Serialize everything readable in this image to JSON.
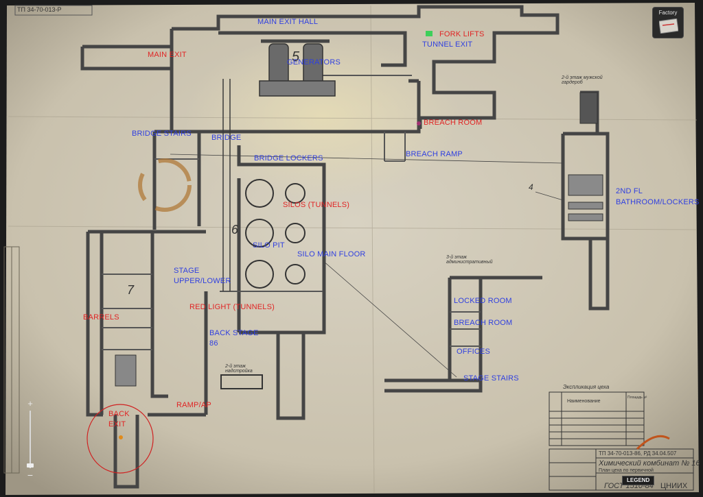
{
  "map": {
    "title_block": {
      "doc_code": "ТП 34-70-013-86, РД 34.04.507",
      "plant_name": "Химический комбинат № 16",
      "subtitle": "План цеха по первичной",
      "gost": "ГОСТ 1510-84",
      "org": "ЦНИИХ",
      "corner_code": "ТП 34-70-013-Р"
    },
    "legend_table": {
      "title": "Экспликация цеха",
      "headers": [
        "Наименование",
        "Площадь м²"
      ]
    },
    "floor_notes": {
      "second_floor_men": "2-й этаж мужской гардероб",
      "third_floor_admin": "3-й этаж административный",
      "second_floor_stage": "2-й этаж надстройка"
    },
    "room_numbers": [
      "5",
      "6",
      "7",
      "4"
    ],
    "labels": [
      {
        "text": "MAIN EXIT HALL",
        "color": "blue"
      },
      {
        "text": "FORK LIFTS",
        "color": "red"
      },
      {
        "text": "TUNNEL EXIT",
        "color": "blue"
      },
      {
        "text": "MAIN EXIT",
        "color": "red"
      },
      {
        "text": "GENERATORS",
        "color": "blue"
      },
      {
        "text": "BREACH ROOM",
        "color": "red"
      },
      {
        "text": "BRIDGE STAIRS",
        "color": "blue"
      },
      {
        "text": "BRIDGE",
        "color": "blue"
      },
      {
        "text": "BREACH RAMP",
        "color": "blue"
      },
      {
        "text": "BRIDGE LOCKERS",
        "color": "blue"
      },
      {
        "text": "SILOS (TUNNELS)",
        "color": "red"
      },
      {
        "text": "2ND FL",
        "color": "blue"
      },
      {
        "text": "BATHROOM/LOCKERS",
        "color": "blue"
      },
      {
        "text": "SILO PIT",
        "color": "blue"
      },
      {
        "text": "SILO MAIN FLOOR",
        "color": "blue"
      },
      {
        "text": "STAGE",
        "color": "blue"
      },
      {
        "text": "UPPER/LOWER",
        "color": "blue"
      },
      {
        "text": "LOCKED ROOM",
        "color": "blue"
      },
      {
        "text": "RED LIGHT (TUNNELS)",
        "color": "red"
      },
      {
        "text": "BARRELS",
        "color": "red"
      },
      {
        "text": "BREACH ROOM",
        "color": "blue"
      },
      {
        "text": "BACK STAGE",
        "color": "blue"
      },
      {
        "text": "86",
        "color": "blue"
      },
      {
        "text": "OFFICES",
        "color": "blue"
      },
      {
        "text": "STAGE STAIRS",
        "color": "blue"
      },
      {
        "text": "RAMP/AP",
        "color": "red"
      },
      {
        "text": "BACK",
        "color": "red"
      },
      {
        "text": "EXIT",
        "color": "red"
      }
    ]
  },
  "ui": {
    "map_selector": {
      "label": "Factory"
    },
    "zoom": {
      "plus": "+",
      "minus": "−",
      "level": 0.1
    },
    "legend_button": "LEGEND"
  },
  "colors": {
    "paper": "#cfc8b6",
    "walls": "#4a4a4a",
    "blue_label": "#2f3fe0",
    "red_label": "#e02424",
    "coffee_stain": "#b07a3a"
  }
}
